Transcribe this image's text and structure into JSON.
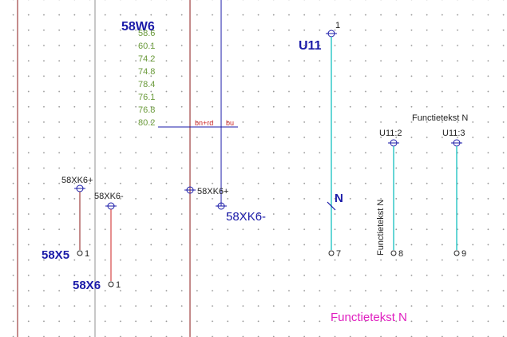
{
  "cable": {
    "name": "58W6",
    "core_ids": [
      "58.6",
      "60.1",
      "74.2",
      "74.8",
      "78.4",
      "76.1",
      "76.8",
      "80.2"
    ],
    "core_colors": [
      "bn+rd",
      "bu"
    ]
  },
  "connectors": {
    "xk6_plus_left": "58XK6+",
    "xk6_minus_left": "58XK6-",
    "xk6_plus_right": "58XK6+",
    "xk6_minus_right": "58XK6-"
  },
  "terminals": {
    "x5_name": "58X5",
    "x5_pin": "1",
    "x6_name": "58X6",
    "x6_pin": "1"
  },
  "component": {
    "name": "U11",
    "pin_top": "1",
    "pin_bottom": "7",
    "switch_label": "N",
    "pin2_label": "U11:2",
    "pin3_label": "U11:3",
    "pin2_bottom": "8",
    "pin3_bottom": "9",
    "vertical_text": "Functietekst N",
    "function_text_top": "Functietekst N"
  },
  "footer_text": "Functietekst N",
  "colors": {
    "dark_red": "#8b1a1a",
    "blue": "#1a1aa8",
    "cyan": "#33c8c8",
    "green_text": "#6a9a3a",
    "magenta": "#e020c0",
    "red": "#cc2222",
    "gray": "#909090",
    "black": "#222222"
  }
}
